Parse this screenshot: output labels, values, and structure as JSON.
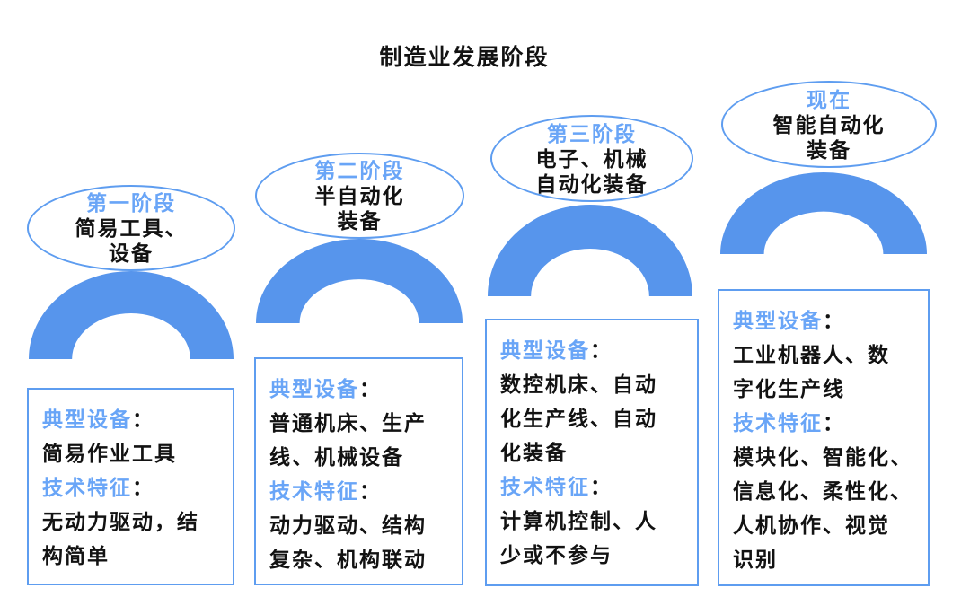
{
  "title": "制造业发展阶段",
  "colors": {
    "arch_fill": "#5795EC",
    "outline": "#5E9DF0",
    "label_blue": "#69A5F7",
    "text_black": "#121212"
  },
  "headings": {
    "equipment": "典型设备",
    "features": "技术特征",
    "colon": "："
  },
  "stages": [
    {
      "stage_label": "第一阶段",
      "stage_name_lines": [
        "简易工具、",
        "设备"
      ],
      "equipment_lines": [
        "简易作业工具"
      ],
      "features_lines": [
        "无动力驱动，结",
        "构简单"
      ]
    },
    {
      "stage_label": "第二阶段",
      "stage_name_lines": [
        "半自动化",
        "装备"
      ],
      "equipment_lines": [
        "普通机床、生产",
        "线、机械设备"
      ],
      "features_lines": [
        "动力驱动、结构",
        "复杂、机构联动"
      ]
    },
    {
      "stage_label": "第三阶段",
      "stage_name_lines": [
        "电子、机械",
        "自动化装备"
      ],
      "equipment_lines": [
        "数控机床、自动",
        "化生产线、自动",
        "化装备"
      ],
      "features_lines": [
        "计算机控制、人",
        "少或不参与"
      ]
    },
    {
      "stage_label": "现在",
      "stage_name_lines": [
        "智能自动化",
        "装备"
      ],
      "equipment_lines": [
        "工业机器人、数",
        "字化生产线"
      ],
      "features_lines": [
        "模块化、智能化、",
        "信息化、柔性化、",
        "人机协作、视觉",
        "识别"
      ]
    }
  ]
}
